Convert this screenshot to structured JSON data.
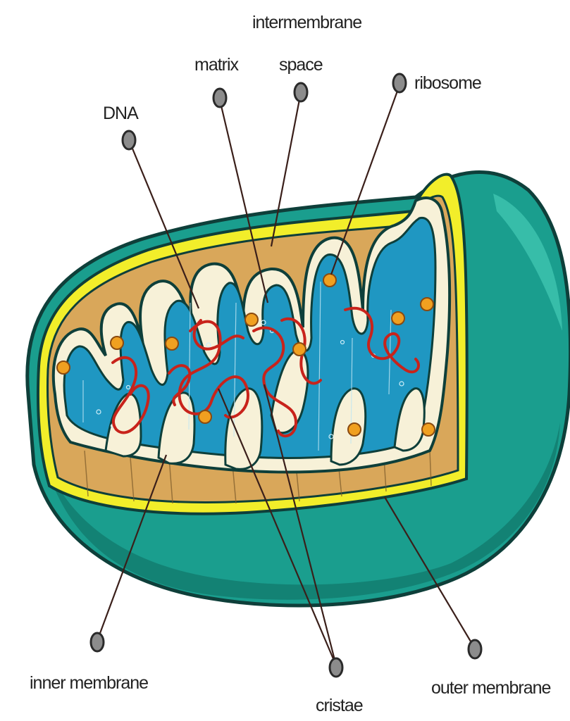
{
  "labels": {
    "dna": "DNA",
    "matrix": "matrix",
    "intermembrane_line1": "intermembrane",
    "intermembrane_line2": "space",
    "ribosome": "ribosome",
    "inner_membrane": "inner membrane",
    "cristae": "cristae",
    "outer_membrane": "outer membrane"
  },
  "colors": {
    "outer_shell": "#1a9e8e",
    "outer_shell_dark": "#127a6e",
    "outer_shell_light": "#3fc4b0",
    "outer_membrane_edge": "#0e3f3a",
    "yellow_membrane": "#f2ee2a",
    "intermembrane_tan": "#d9a75a",
    "inner_membrane_cream": "#f7f1d8",
    "matrix_blue": "#1f97c2",
    "dna_red": "#c8231b",
    "ribosome_orange": "#f0a020",
    "pin_grey": "#8c8c8c"
  }
}
